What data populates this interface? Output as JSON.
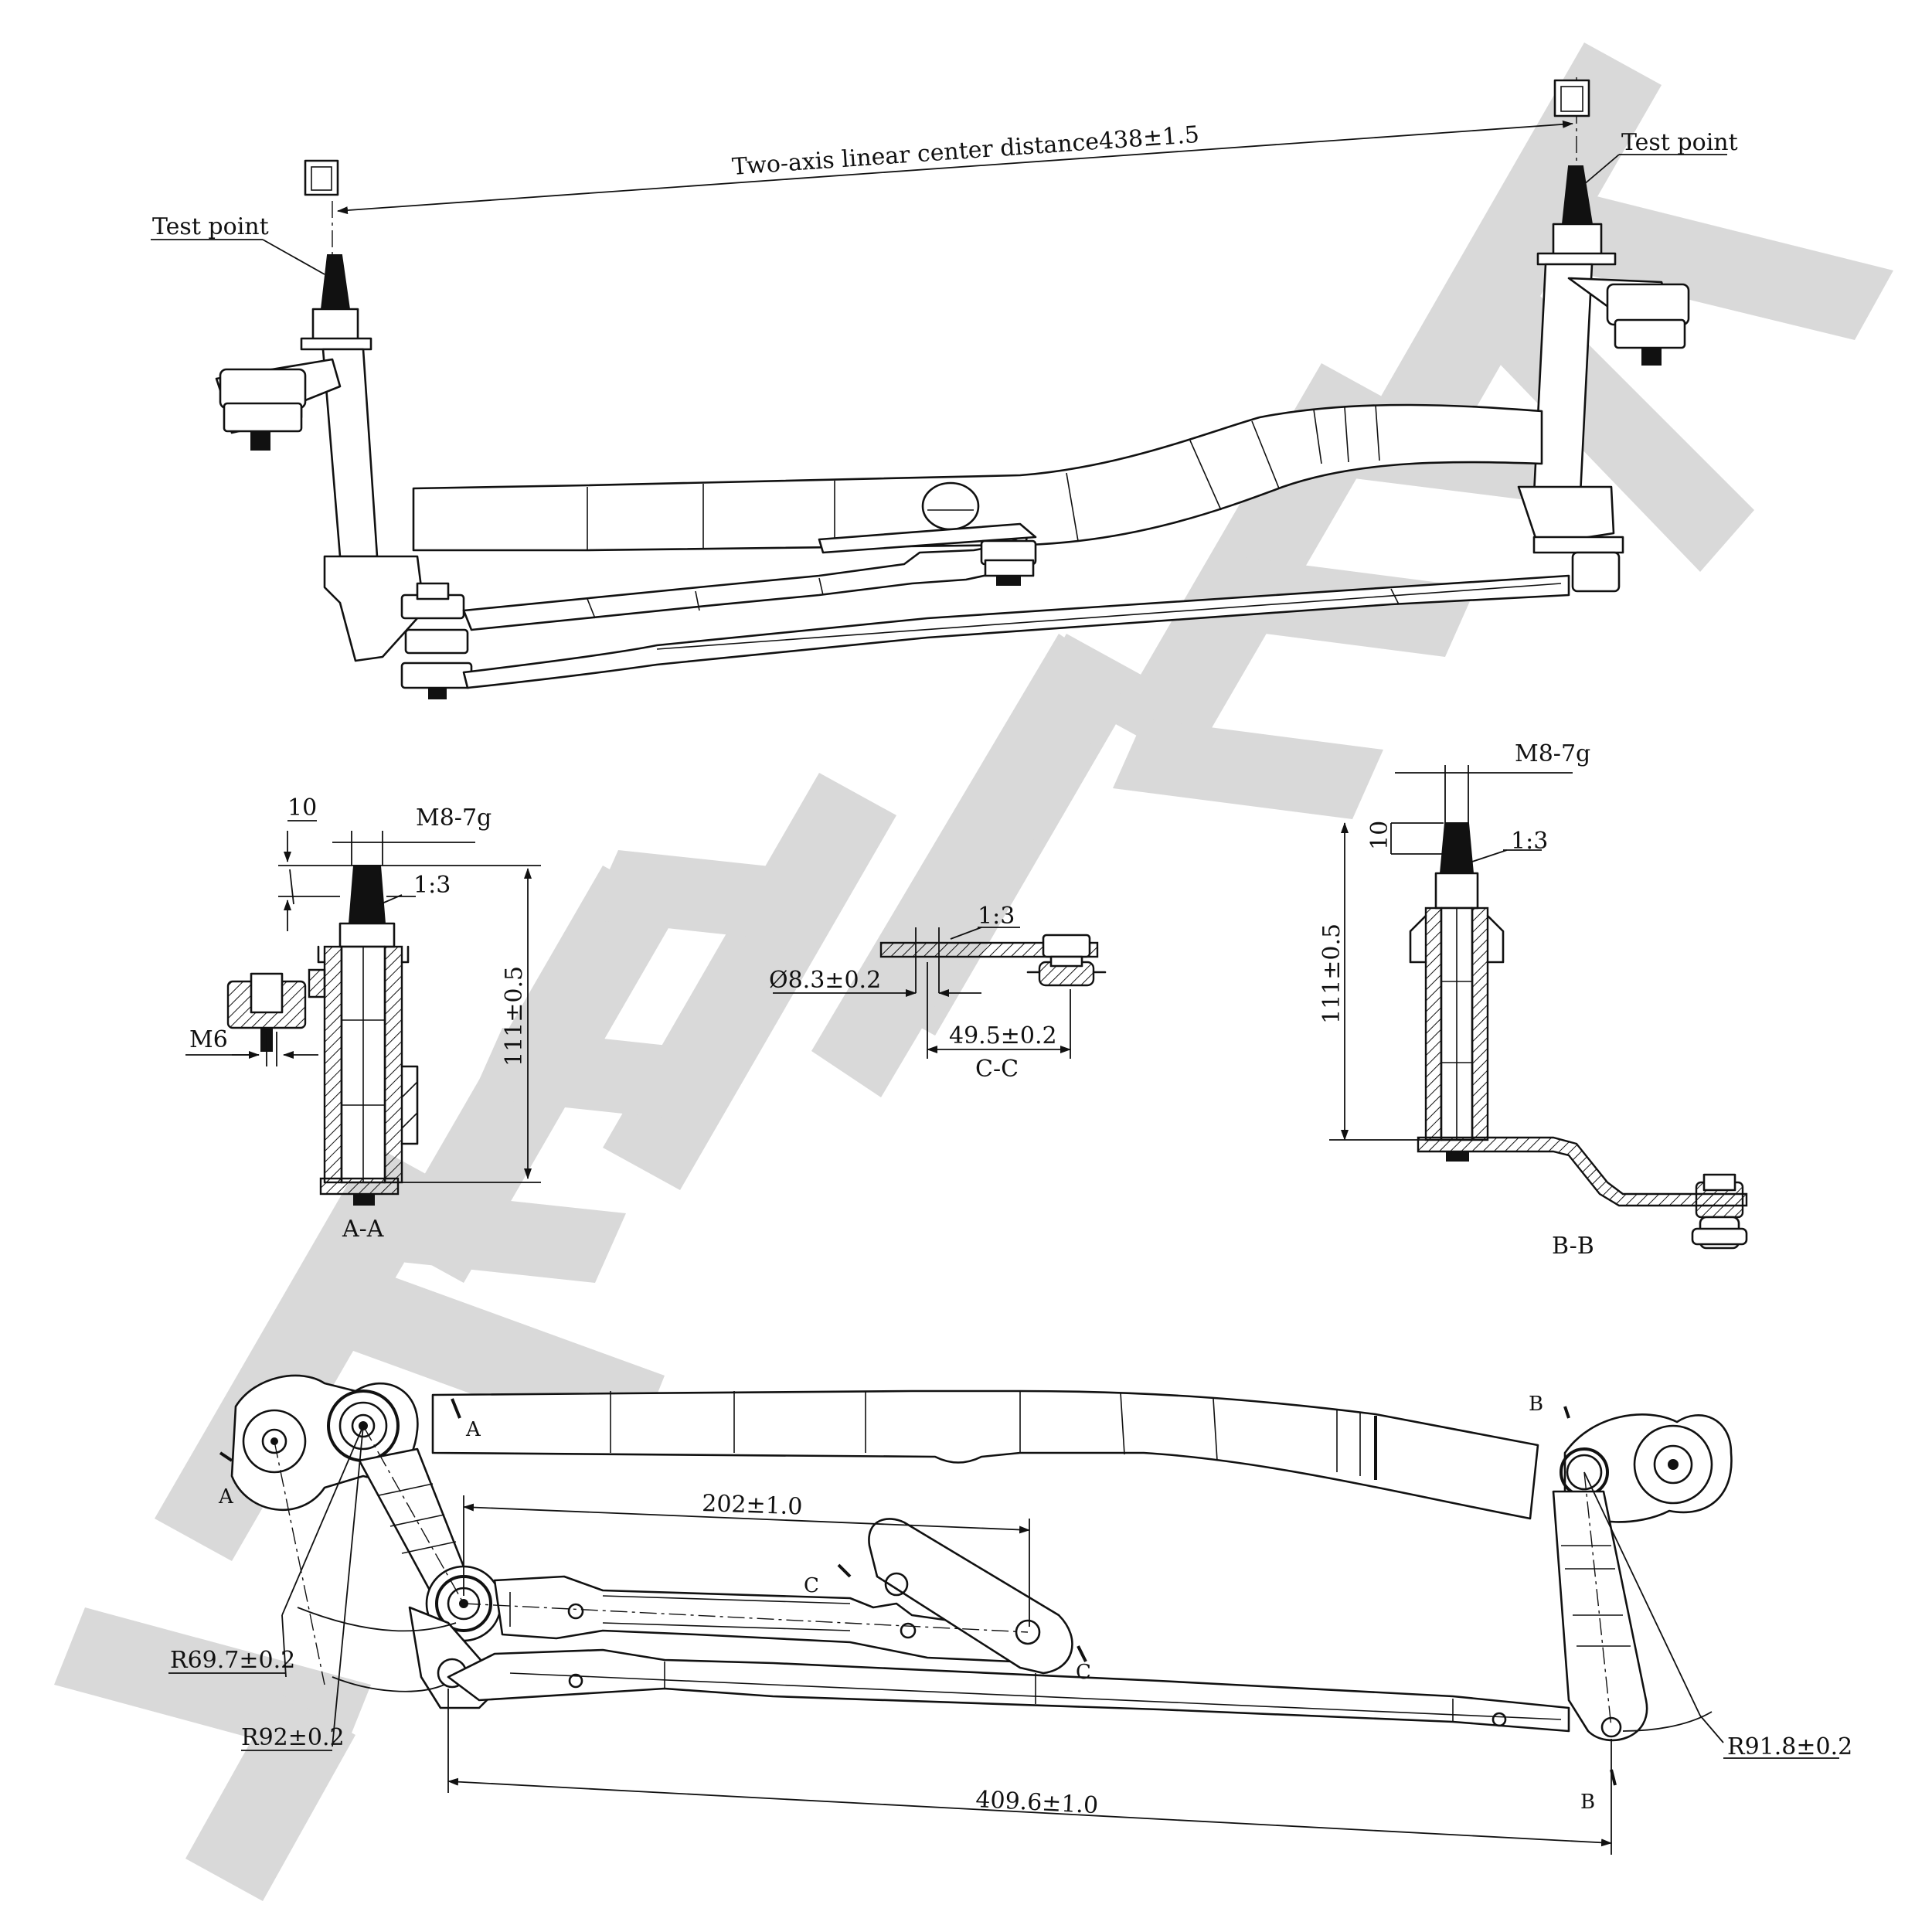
{
  "watermark": {
    "color": "#d9d9d9"
  },
  "labels": {
    "test_point_left": "Test point",
    "test_point_right": "Test point",
    "center_distance": "Two-axis linear center distance438±1.5",
    "aa_thread": "M8-7g",
    "aa_10": "10",
    "aa_taper": "1:3",
    "aa_height": "111±0.5",
    "aa_m6": "M6",
    "aa_section": "A-A",
    "cc_taper": "1:3",
    "cc_dia": "Ø8.3±0.2",
    "cc_len": "49.5±0.2",
    "cc_section": "C-C",
    "bb_thread": "M8-7g",
    "bb_10": "10",
    "bb_taper": "1:3",
    "bb_height": "111±0.5",
    "bb_section": "B-B",
    "plan_202": "202±1.0",
    "plan_r697": "R69.7±0.2",
    "plan_r92": "R92±0.2",
    "plan_r918": "R91.8±0.2",
    "plan_4096": "409.6±1.0",
    "mark_a1": "A",
    "mark_a2": "A",
    "mark_b1": "B",
    "mark_b2": "B",
    "mark_c1": "C",
    "mark_c2": "C"
  }
}
